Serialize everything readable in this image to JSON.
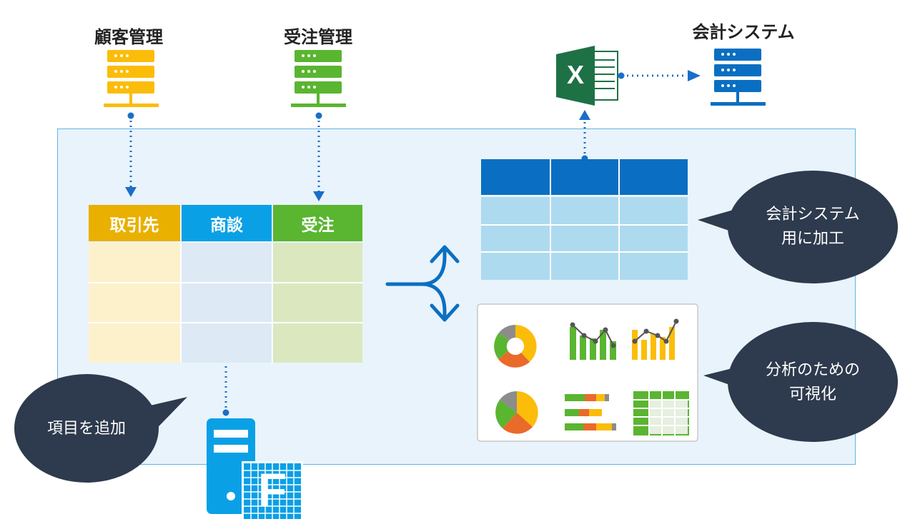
{
  "sources": {
    "customer": "顧客管理",
    "orders": "受注管理",
    "accounting": "会計システム"
  },
  "main_table": {
    "headers": [
      "取引先",
      "商談",
      "受注"
    ],
    "colors": [
      "#e9b000",
      "#0aa0e6",
      "#5ab531"
    ]
  },
  "bubbles": {
    "add_items": "項目を追加",
    "accounting_line1": "会計システム",
    "accounting_line2": "用に加工",
    "analysis_line1": "分析のための",
    "analysis_line2": "可視化"
  },
  "icons": {
    "excel_letter": "X",
    "app_letter": "F"
  },
  "colors": {
    "yellow": "#fbbd0a",
    "green": "#5ab531",
    "blue": "#0a6fc2",
    "dark_bubble": "#2e3a4d",
    "dotted_line": "#1a6ec8"
  }
}
